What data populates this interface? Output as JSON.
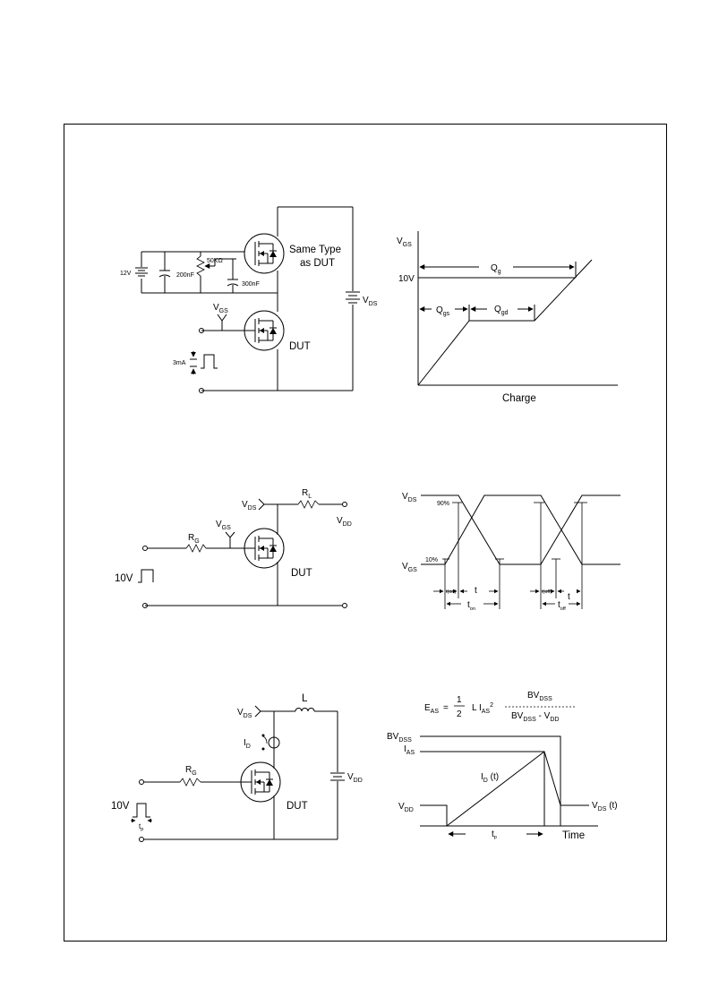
{
  "gate_charge_circuit": {
    "battery_label": "12V",
    "cap_label": "200nF",
    "pot_label": "50KΩ",
    "cap2_label": "300nF",
    "same_type_line1": "Same Type",
    "same_type_line2": "as DUT",
    "vgs_main": "V",
    "vgs_sub": "GS",
    "current_label": "3mA",
    "dut_label": "DUT",
    "vds_main": "V",
    "vds_sub": "DS"
  },
  "gate_charge_waveform": {
    "vgs_main": "V",
    "vgs_sub": "GS",
    "level_label": "10V",
    "qg_main": "Q",
    "qg_sub": "g",
    "qgs_main": "Q",
    "qgs_sub": "gs",
    "qgd_main": "Q",
    "qgd_sub": "gd",
    "x_label": "Charge"
  },
  "switching_circuit": {
    "vds_main": "V",
    "vds_sub": "DS",
    "rl_main": "R",
    "rl_sub": "L",
    "vdd_main": "V",
    "vdd_sub": "DD",
    "rg_main": "R",
    "rg_sub": "G",
    "vgs_main": "V",
    "vgs_sub": "GS",
    "pulse_label": "10V",
    "dut_label": "DUT"
  },
  "switching_waveform": {
    "vds_main": "V",
    "vds_sub": "DS",
    "pct90": "90%",
    "pct10": "10%",
    "vgs_main": "V",
    "vgs_sub": "GS",
    "td_on": "t(on)",
    "tr": "t",
    "td_off": "t(off)",
    "tf": "t",
    "ton_main": "t",
    "ton_sub": "on",
    "toff_main": "t",
    "toff_sub": "off"
  },
  "uis_circuit": {
    "vds_main": "V",
    "vds_sub": "DS",
    "inductor_label": "L",
    "id_main": "I",
    "id_sub": "D",
    "rg_main": "R",
    "rg_sub": "G",
    "vdd_main": "V",
    "vdd_sub": "DD",
    "pulse_label": "10V",
    "tp_main": "t",
    "tp_sub": "p",
    "dut_label": "DUT"
  },
  "uis_waveform": {
    "eas_main": "E",
    "eas_sub": "AS",
    "equals": "=",
    "frac_num": "1",
    "frac_den": "2",
    "l_term": "L I",
    "ias_sub": "AS",
    "square": "2",
    "num_main": "BV",
    "num_sub": "DSS",
    "den_main": "BV",
    "den_sub": "DSS",
    "den_minus": "- V",
    "den_sub2": "DD",
    "bvdss_main": "BV",
    "bvdss_sub": "DSS",
    "ias_main": "I",
    "ias_sub2": "AS",
    "idt_main": "I",
    "idt_sub": "D",
    "idt_suffix": "(t)",
    "vdd_main": "V",
    "vdd_sub": "DD",
    "vdst_main": "V",
    "vdst_sub": "DS",
    "vdst_suffix": "(t)",
    "tp_main": "t",
    "tp_sub": "p",
    "time_label": "Time"
  }
}
